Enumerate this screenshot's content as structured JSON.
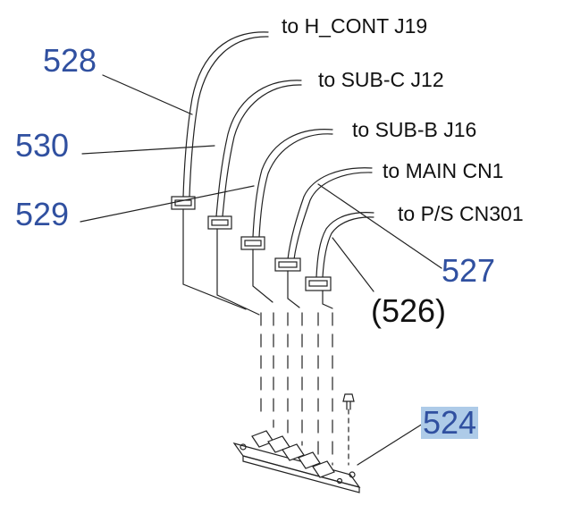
{
  "connections": [
    {
      "text": "to H_CONT J19"
    },
    {
      "text": "to SUB-C J12"
    },
    {
      "text": "to SUB-B J16"
    },
    {
      "text": "to MAIN CN1"
    },
    {
      "text": "to P/S CN301"
    }
  ],
  "callouts": [
    {
      "text": "528"
    },
    {
      "text": "530"
    },
    {
      "text": "529"
    },
    {
      "text": "527"
    },
    {
      "text": "(526)"
    },
    {
      "text": "524"
    }
  ],
  "colors": {
    "callout_number": "#3050a0",
    "highlight": "#aecbe8",
    "line": "#111111"
  }
}
